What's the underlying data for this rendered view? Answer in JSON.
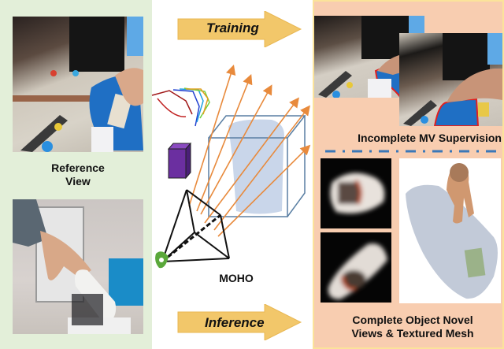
{
  "left_panel": {
    "reference_label_line1": "Reference",
    "reference_label_line2": "View",
    "images": [
      {
        "name": "reference-view-photo",
        "description": "hand holding blue bottle on desk"
      },
      {
        "name": "inference-input-photo",
        "description": "hand holding white bottle near blue board"
      }
    ]
  },
  "center": {
    "training_label": "Training",
    "inference_label": "Inference",
    "method_label": "MOHO",
    "arrow_color": "#e88a3c",
    "box_color": "#5a7fa3",
    "cuboid_color": "#6b2fa0",
    "banner_color": "#f2c76a"
  },
  "right_panel": {
    "top_caption": "Incomplete MV Supervision",
    "bottom_caption_line1": "Complete Object Novel",
    "bottom_caption_line2": "Views & Textured Mesh",
    "separator_color": "#3a78b8",
    "mask_outline_color": "#e02020",
    "background_color": "#f8cdb0",
    "border_color": "#fbe39a"
  }
}
